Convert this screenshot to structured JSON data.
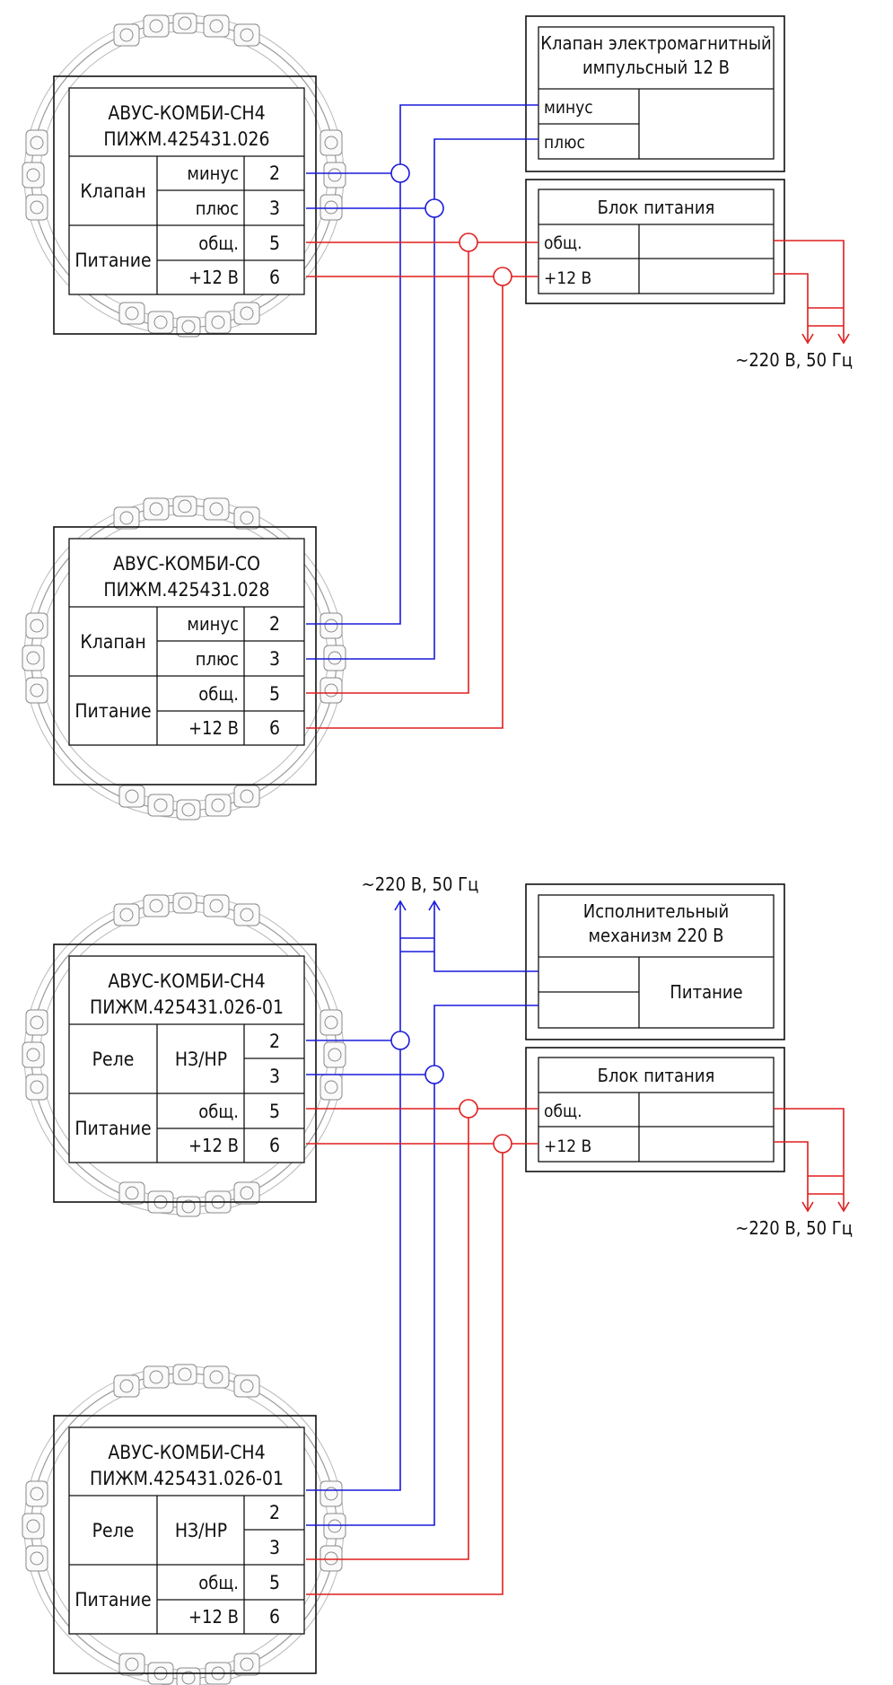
{
  "sensors": [
    {
      "id": "s1",
      "model": "АВУС-КОМБИ-СН4",
      "code": "ПИЖМ.425431.026",
      "group1": "Клапан",
      "g1_rows": [
        "минус",
        "плюс"
      ],
      "group2": "Питание",
      "g2_rows": [
        "общ.",
        "+12 В"
      ],
      "terminals": [
        "2",
        "3",
        "5",
        "6"
      ]
    },
    {
      "id": "s2",
      "model": "АВУС-КОМБИ-СО",
      "code": "ПИЖМ.425431.028",
      "group1": "Клапан",
      "g1_rows": [
        "минус",
        "плюс"
      ],
      "group2": "Питание",
      "g2_rows": [
        "общ.",
        "+12 В"
      ],
      "terminals": [
        "2",
        "3",
        "5",
        "6"
      ]
    },
    {
      "id": "s3",
      "model": "АВУС-КОМБИ-СН4",
      "code": "ПИЖМ.425431.026-01",
      "group1": "Реле",
      "g1_mid": "НЗ/НР",
      "group2": "Питание",
      "g2_rows": [
        "общ.",
        "+12 В"
      ],
      "terminals": [
        "2",
        "3",
        "5",
        "6"
      ]
    },
    {
      "id": "s4",
      "model": "АВУС-КОМБИ-СН4",
      "code": "ПИЖМ.425431.026-01",
      "group1": "Реле",
      "g1_mid": "НЗ/НР",
      "group2": "Питание",
      "g2_rows": [
        "общ.",
        "+12 В"
      ],
      "terminals": [
        "2",
        "3",
        "5",
        "6"
      ]
    }
  ],
  "valve": {
    "title_line1": "Клапан электромагнитный",
    "title_line2": "импульсный 12 В",
    "rows": [
      "минус",
      "плюс"
    ]
  },
  "psu_top": {
    "title": "Блок питания",
    "rows": [
      "общ.",
      "+12 В"
    ]
  },
  "actuator": {
    "title_line1": "Исполнительный",
    "title_line2": "механизм 220 В",
    "power_label": "Питание"
  },
  "psu_bottom": {
    "title": "Блок питания",
    "rows": [
      "общ.",
      "+12 В"
    ]
  },
  "mains_top": "~220 В, 50 Гц",
  "mains_actuator": "~220 В, 50 Гц",
  "mains_bottom": "~220 В, 50 Гц",
  "colors": {
    "wire_signal": "#1a1adb",
    "wire_power": "#e01e1e",
    "line": "#111111"
  }
}
